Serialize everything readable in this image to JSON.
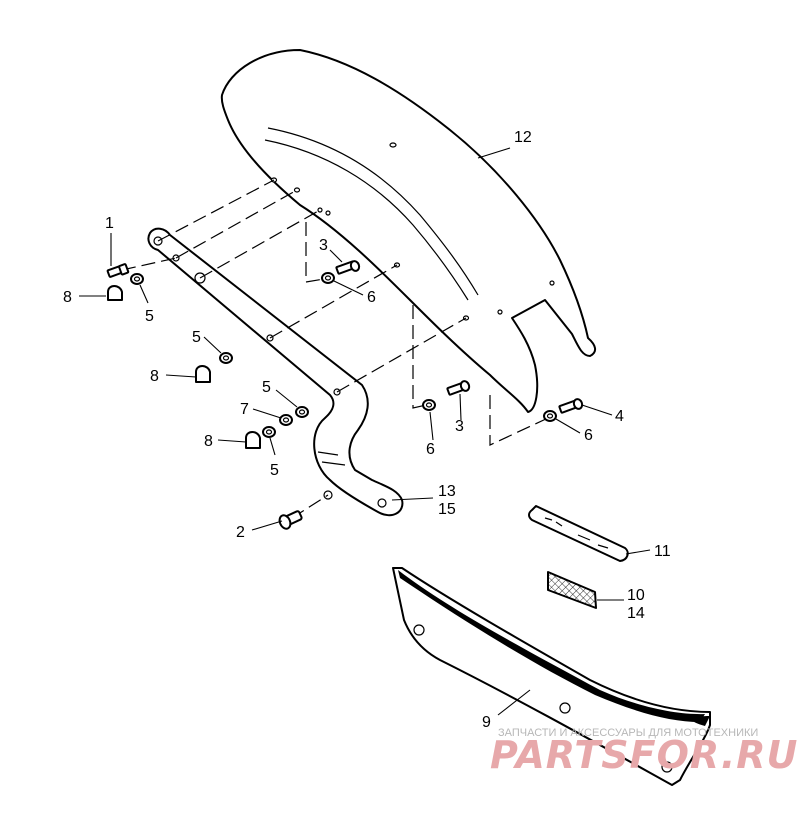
{
  "callouts": [
    {
      "id": "c1",
      "text": "1"
    },
    {
      "id": "c2",
      "text": "2"
    },
    {
      "id": "c3a",
      "text": "3"
    },
    {
      "id": "c3b",
      "text": "3"
    },
    {
      "id": "c4",
      "text": "4"
    },
    {
      "id": "c5a",
      "text": "5"
    },
    {
      "id": "c5b",
      "text": "5"
    },
    {
      "id": "c5c",
      "text": "5"
    },
    {
      "id": "c5d",
      "text": "5"
    },
    {
      "id": "c6a",
      "text": "6"
    },
    {
      "id": "c6b",
      "text": "6"
    },
    {
      "id": "c6c",
      "text": "6"
    },
    {
      "id": "c7",
      "text": "7"
    },
    {
      "id": "c8a",
      "text": "8"
    },
    {
      "id": "c8b",
      "text": "8"
    },
    {
      "id": "c8c",
      "text": "8"
    },
    {
      "id": "c9",
      "text": "9"
    },
    {
      "id": "c10",
      "text": "10"
    },
    {
      "id": "c11",
      "text": "11"
    },
    {
      "id": "c12",
      "text": "12"
    },
    {
      "id": "c13",
      "text": "13"
    },
    {
      "id": "c14",
      "text": "14"
    },
    {
      "id": "c15",
      "text": "15"
    }
  ],
  "watermark": {
    "caption": "ЗАПЧАСТИ И АКСЕССУАРЫ ДЛЯ МОТОТЕХНИКИ",
    "brand": "PARTSFOR.RU",
    "brand_color": "#e7a8aa",
    "caption_color": "#b7b7b7"
  }
}
